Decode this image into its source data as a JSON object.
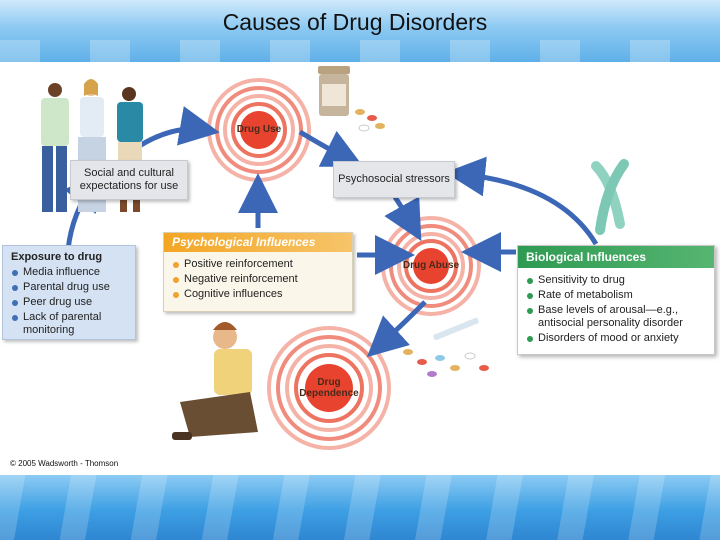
{
  "title": "Causes of Drug Disorders",
  "nodes": {
    "drug_use": "Drug Use",
    "drug_abuse": "Drug Abuse",
    "drug_dependence_line1": "Drug",
    "drug_dependence_line2": "Dependence"
  },
  "boxes": {
    "social": "Social and cultural expectations for use",
    "psychosocial": "Psychosocial stressors"
  },
  "exposure": {
    "title": "Exposure to drug",
    "items": [
      "Media influence",
      "Parental drug use",
      "Peer drug use",
      "Lack of parental monitoring"
    ]
  },
  "psychological": {
    "title": "Psychological Influences",
    "items": [
      "Positive reinforcement",
      "Negative reinforcement",
      "Cognitive influences"
    ]
  },
  "biological": {
    "title": "Biological Influences",
    "items": [
      "Sensitivity to drug",
      "Rate of metabolism",
      "Base levels of arousal—e.g., antisocial personality disorder",
      "Disorders of mood or anxiety"
    ]
  },
  "copyright": "© 2005 Wadsworth - Thomson",
  "colors": {
    "arrow": "#3b67b6",
    "target_core": "#e8432f",
    "target_ring": "#f39a8d",
    "psych_header": "#f3a623",
    "bio_header": "#2e9a52"
  }
}
